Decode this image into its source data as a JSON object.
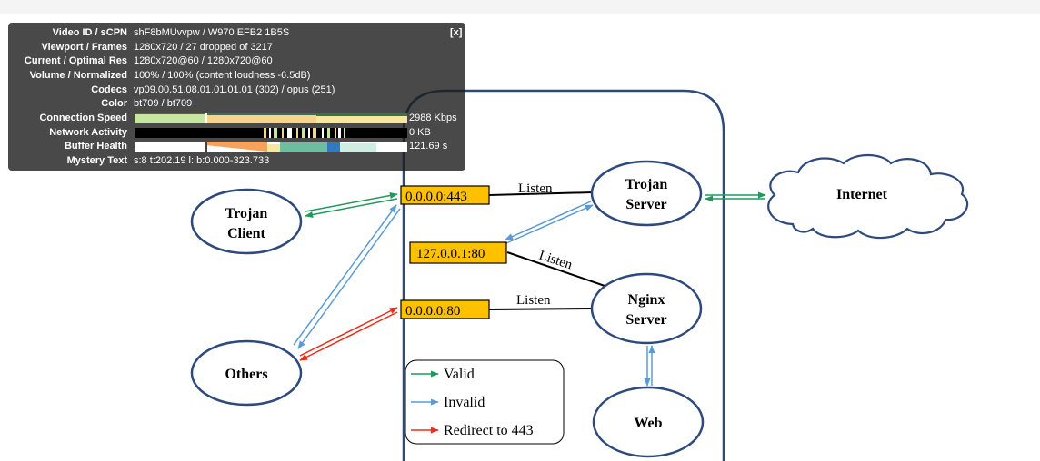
{
  "diagram": {
    "nodes": {
      "trojan_client": [
        "Trojan",
        "Client"
      ],
      "others": "Others",
      "trojan_server": [
        "Trojan",
        "Server"
      ],
      "nginx_server": [
        "Nginx",
        "Server"
      ],
      "web": "Web",
      "internet": "Internet"
    },
    "ports": {
      "p443": "0.0.0.0:443",
      "p_local80": "127.0.0.1:80",
      "p80": "0.0.0.0:80"
    },
    "edge_labels": {
      "listen1": "Listen",
      "listen2": "Listen",
      "listen3": "Listen"
    },
    "legend": [
      {
        "label": "Valid",
        "color": "#1f9a5a"
      },
      {
        "label": "Invalid",
        "color": "#5b9bd5"
      },
      {
        "label": "Redirect to 443",
        "color": "#e8311c"
      }
    ],
    "colors": {
      "node_stroke": "#2e4a7d",
      "port_fill": "#ffc000",
      "valid": "#1f9a5a",
      "invalid": "#5b9bd5",
      "redirect": "#e8311c"
    }
  },
  "stats": {
    "close": "[x]",
    "rows": [
      {
        "label": "Video ID / sCPN",
        "value": "shF8bMUvvpw / W970 EFB2 1B5S"
      },
      {
        "label": "Viewport / Frames",
        "value": "1280x720 / 27 dropped of 3217"
      },
      {
        "label": "Current / Optimal Res",
        "value": "1280x720@60 / 1280x720@60"
      },
      {
        "label": "Volume / Normalized",
        "value": "100% / 100% (content loudness -6.5dB)"
      },
      {
        "label": "Codecs",
        "value": "vp09.00.51.08.01.01.01.01 (302) / opus (251)"
      },
      {
        "label": "Color",
        "value": "bt709 / bt709"
      },
      {
        "label": "Connection Speed",
        "value": "2988 Kbps"
      },
      {
        "label": "Network Activity",
        "value": "0 KB"
      },
      {
        "label": "Buffer Health",
        "value": "121.69 s"
      },
      {
        "label": "Mystery Text",
        "value": "s:8 t:202.19 l: b:0.000-323.733"
      }
    ]
  }
}
